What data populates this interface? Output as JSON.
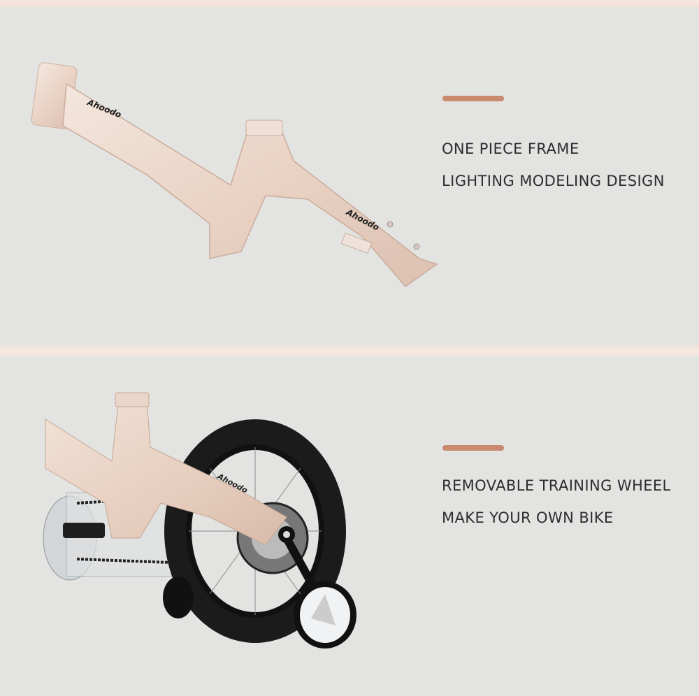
{
  "colors": {
    "background": "#e3e3e1",
    "accent": "#c98a70",
    "text": "#2d2d2d",
    "frame": "#ecd6c9"
  },
  "sections": [
    {
      "image": "bike-frame-image",
      "features": [
        "ONE PIECE FRAME",
        "LIGHTING MODELING DESIGN"
      ]
    },
    {
      "image": "rear-wheel-training-wheel-image",
      "features": [
        "REMOVABLE TRAINING WHEEL",
        "MAKE YOUR OWN BIKE"
      ]
    }
  ]
}
